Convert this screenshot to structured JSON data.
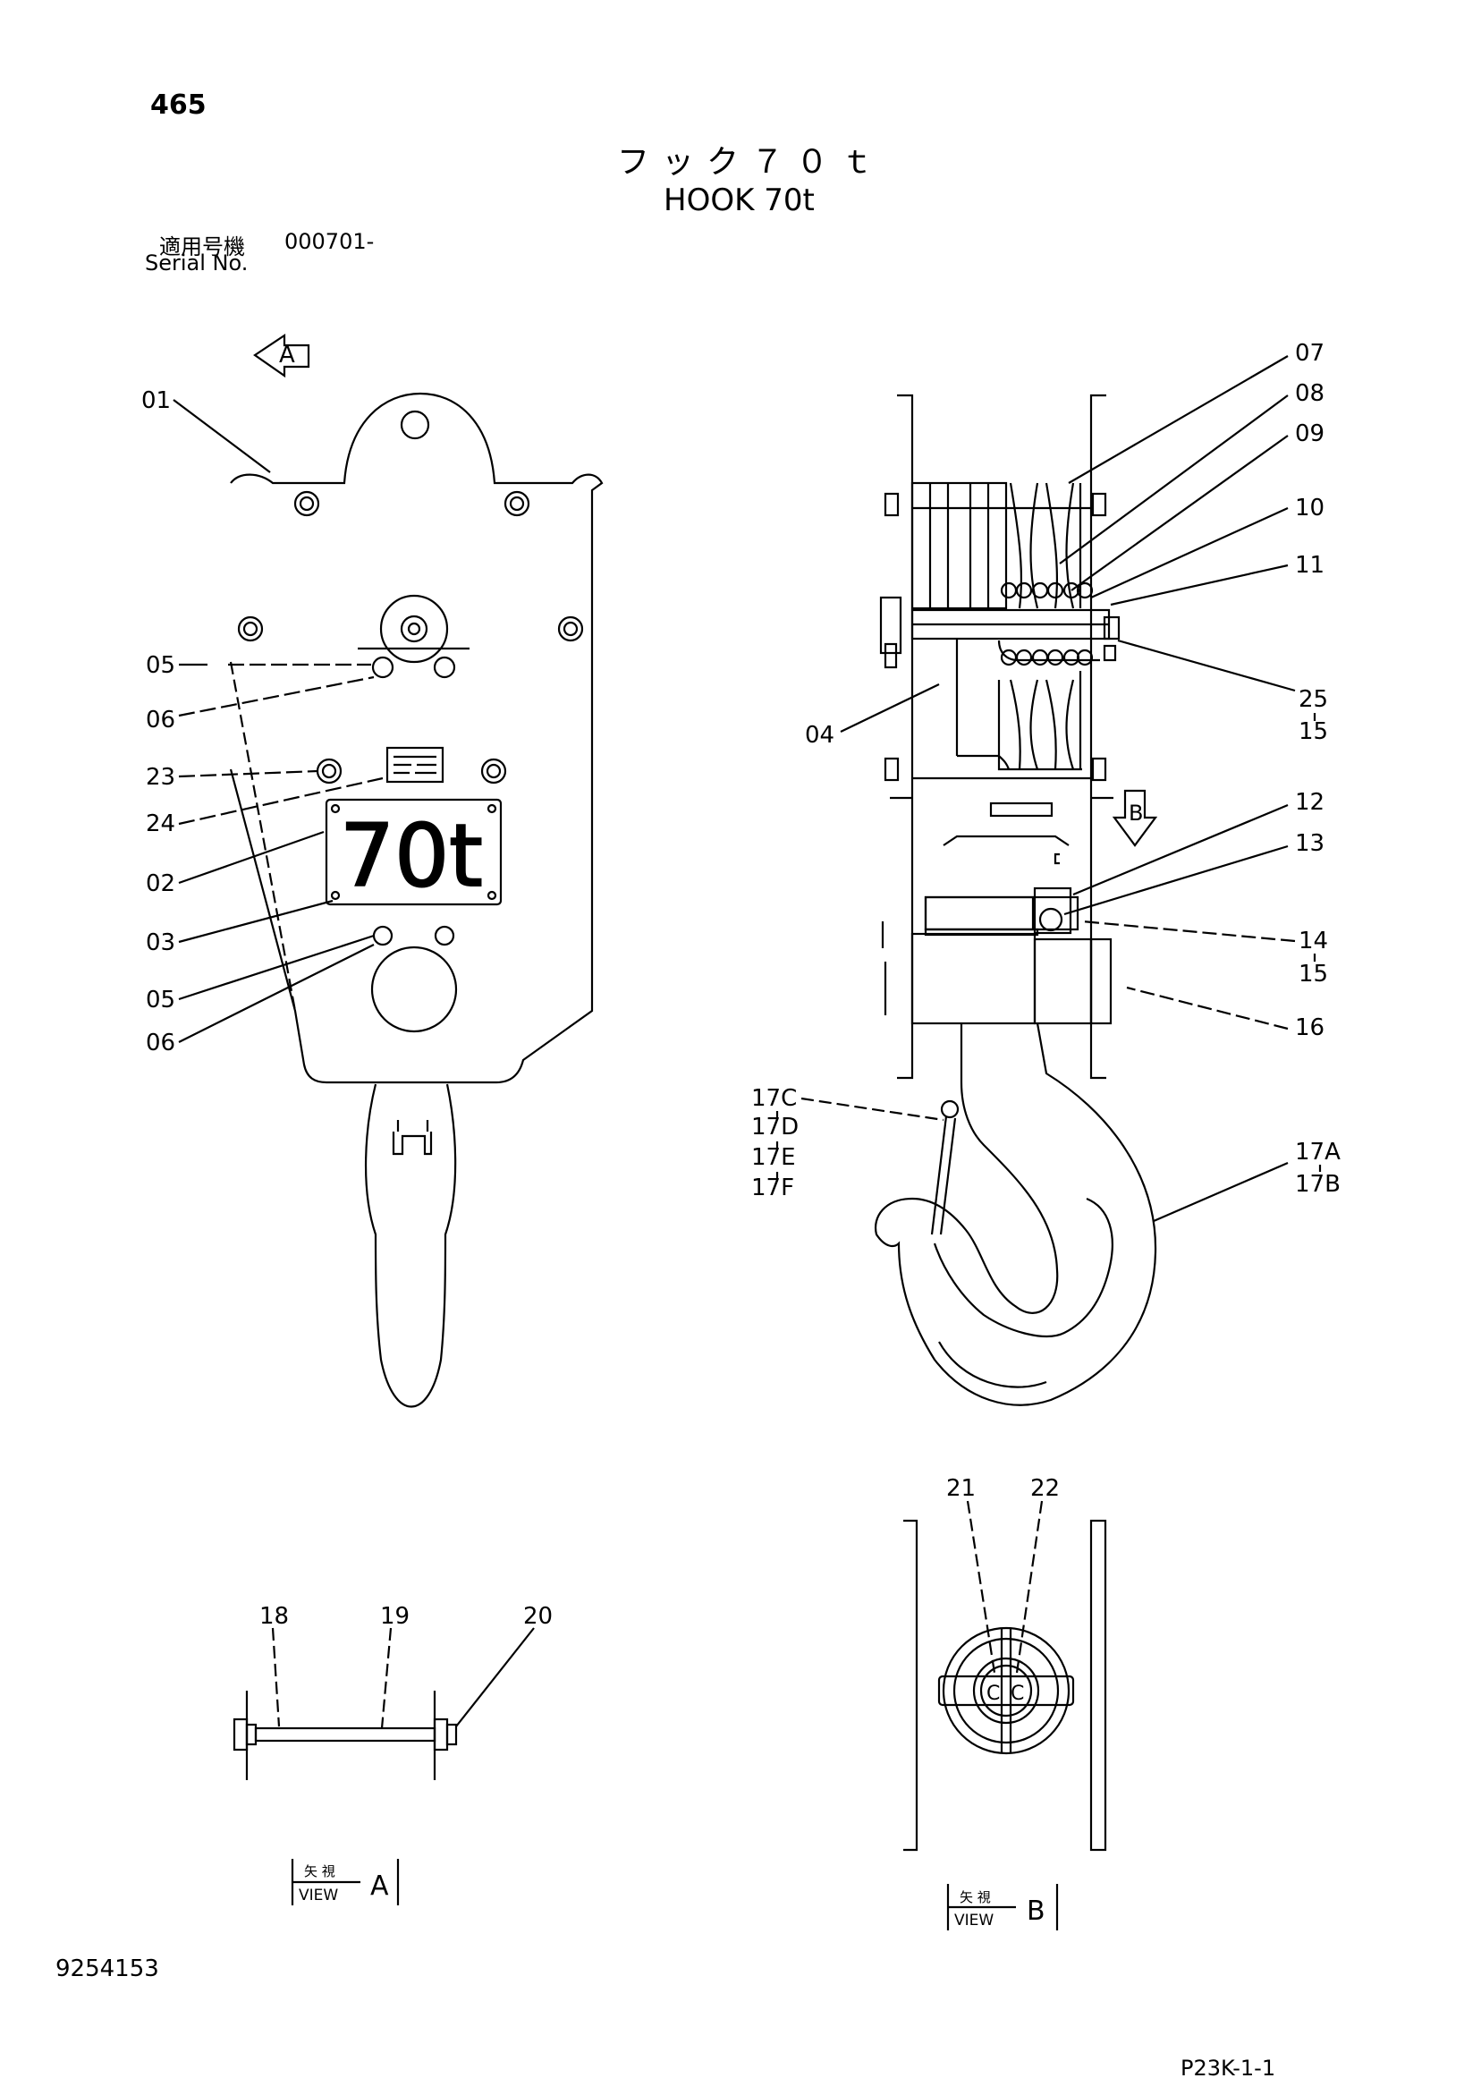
{
  "header": {
    "page_number": "465",
    "title_jp": "フック７０ｔ",
    "title_en": "HOOK 70t",
    "serial_label_jp": "適用号機",
    "serial_value": "000701-",
    "serial_label_en": "Serial No."
  },
  "plate_text": "70t",
  "view_markers": {
    "arrow_a": "A",
    "arrow_b": "B"
  },
  "view_boxes": {
    "a": {
      "jp": "矢 視",
      "en": "VIEW",
      "letter": "A"
    },
    "b": {
      "jp": "矢 視",
      "en": "VIEW",
      "letter": "B"
    }
  },
  "callouts": {
    "front": [
      "01",
      "05",
      "06",
      "23",
      "24",
      "02",
      "03",
      "05",
      "06"
    ],
    "side": [
      "07",
      "08",
      "09",
      "10",
      "11",
      "25",
      "15",
      "04",
      "12",
      "13",
      "14",
      "15",
      "16",
      "17C",
      "17D",
      "17E",
      "17F",
      "17A",
      "17B"
    ],
    "view_a": [
      "18",
      "19",
      "20"
    ],
    "view_b": [
      "21",
      "22"
    ]
  },
  "footer": {
    "document_number": "9254153",
    "sheet_ref": "P23K-1-1"
  }
}
